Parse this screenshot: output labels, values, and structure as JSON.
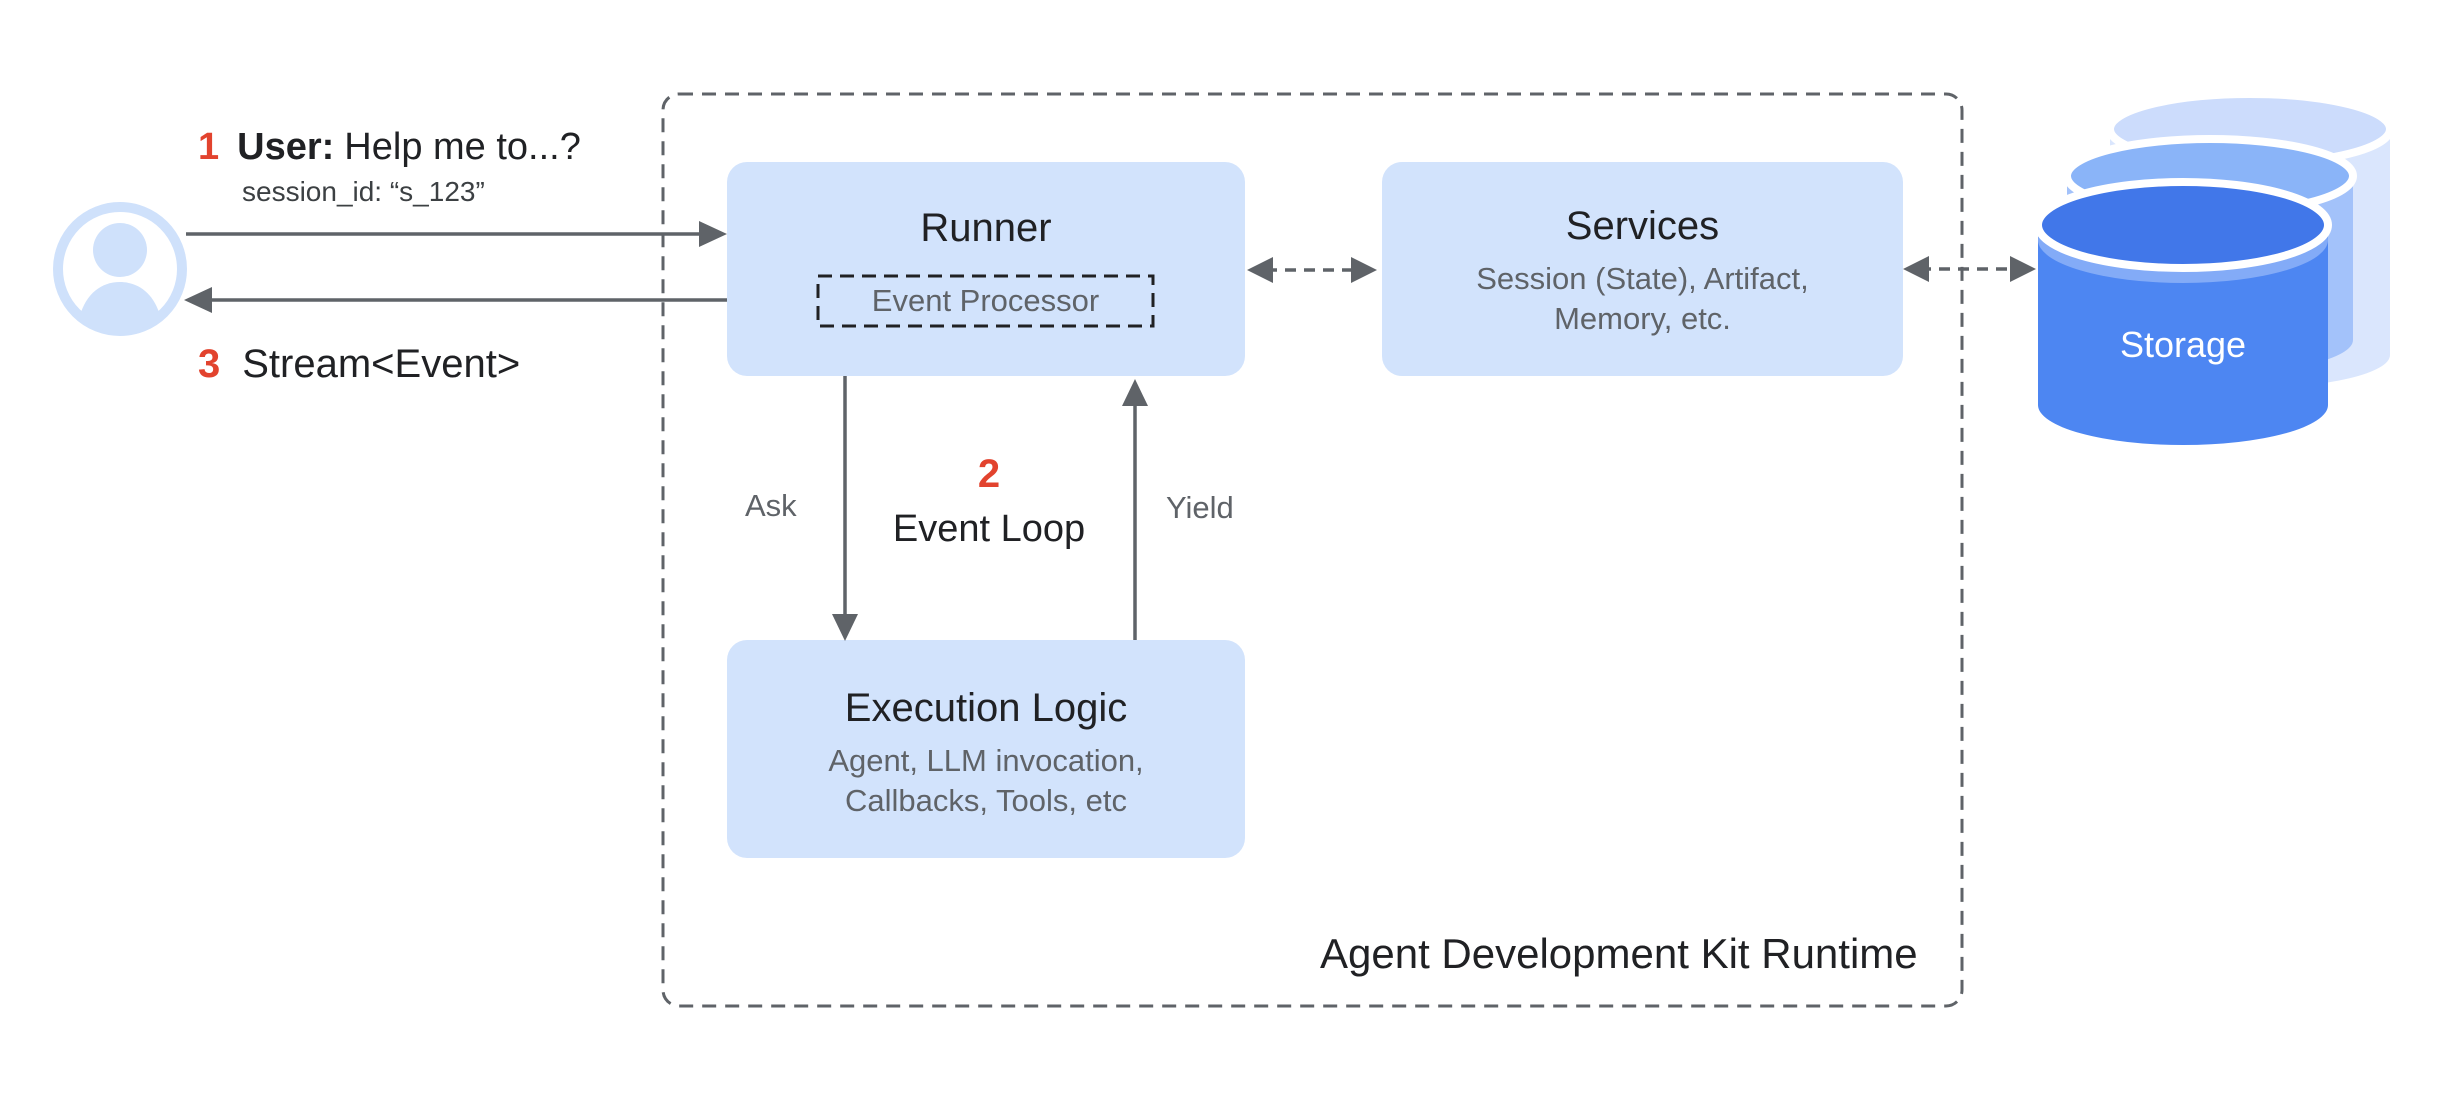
{
  "colors": {
    "box_blue_light": "#d2e3fc",
    "storage_blue": "#4d86f2",
    "text_dark": "#202124",
    "text_gray": "#5f6368",
    "step_red": "#e2432e"
  },
  "user_flow": {
    "step1": {
      "number": "1",
      "label_bold": "User:",
      "label": "Help me to...?",
      "session": "session_id: “s_123”"
    },
    "step2": {
      "number": "2",
      "label": "Event Loop"
    },
    "step3": {
      "number": "3",
      "label": "Stream<Event>"
    }
  },
  "runtime": {
    "label": "Agent Development Kit Runtime",
    "runner": {
      "title": "Runner",
      "processor": "Event Processor"
    },
    "services": {
      "title": "Services",
      "subtitle1": "Session (State), Artifact,",
      "subtitle2": "Memory, etc."
    },
    "execution": {
      "title": "Execution Logic",
      "subtitle1": "Agent, LLM invocation,",
      "subtitle2": "Callbacks, Tools, etc"
    },
    "edges": {
      "ask": "Ask",
      "yield": "Yield"
    }
  },
  "storage": {
    "label": "Storage"
  },
  "icons": {
    "user": "user-avatar-icon",
    "storage": "storage-cylinders-icon"
  }
}
